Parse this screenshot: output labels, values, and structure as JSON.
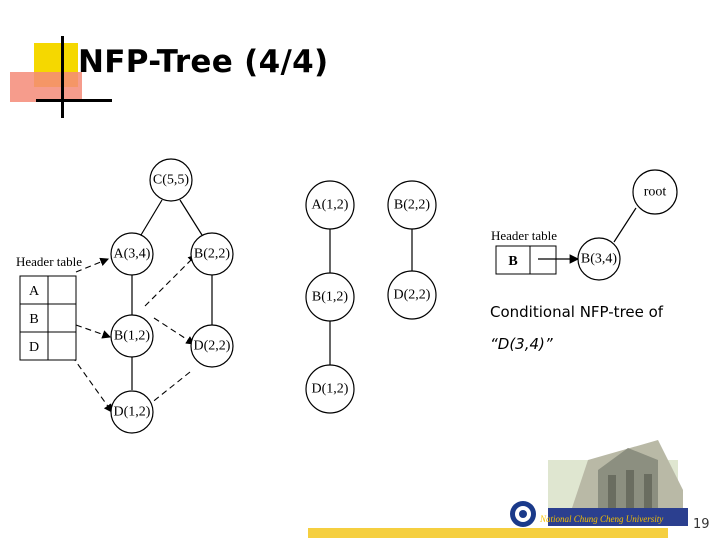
{
  "slide": {
    "title": "NFP-Tree (4/4)",
    "page_number": "19",
    "caption_line1": "Conditional NFP-tree of",
    "caption_line2": "“D(3,4)”"
  },
  "left_tree": {
    "header_table_label": "Header table",
    "header_items": [
      "A",
      "B",
      "D"
    ],
    "nodes": {
      "root": "C(5,5)",
      "a": "A(3,4)",
      "b_top": "B(2,2)",
      "b_mid": "B(1,2)",
      "d_mid": "D(2,2)",
      "d_bottom": "D(1,2)"
    }
  },
  "middle_trees": {
    "chain1": [
      "A(1,2)",
      "B(1,2)",
      "D(1,2)"
    ],
    "chain2": [
      "B(2,2)",
      "D(2,2)"
    ]
  },
  "conditional_tree": {
    "root": "root",
    "header_table_label": "Header table",
    "header_item": "B",
    "node": "B(3,4)"
  },
  "logo": {
    "university_name": "National Chung Cheng University"
  },
  "colors": {
    "accent_yellow": "#f5d800",
    "accent_red": "#f06a5a",
    "bar_yellow": "#f5cf40"
  }
}
